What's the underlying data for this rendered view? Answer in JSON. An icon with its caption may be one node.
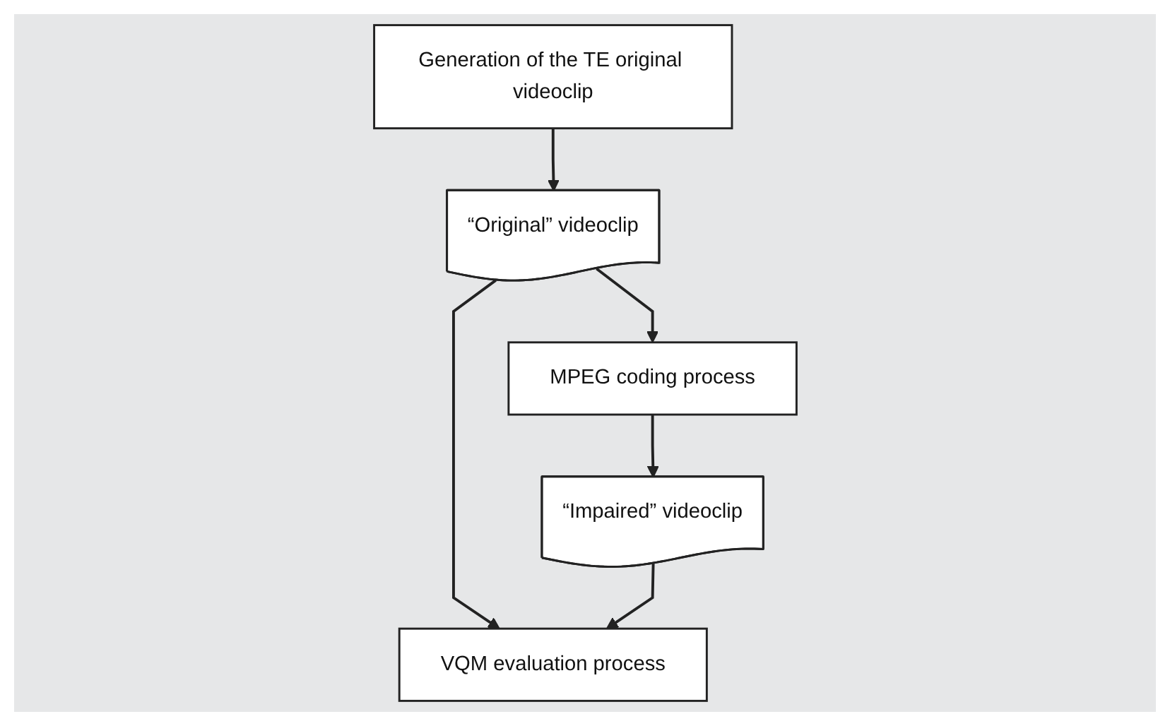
{
  "diagram": {
    "nodes": [
      {
        "text": [
          "Generation of the TE original videoclip"
        ]
      },
      {
        "text": [
          "“Original” videoclip"
        ]
      },
      {
        "text": [
          "MPEG coding process"
        ]
      },
      {
        "text": [
          "“Impaired” videoclip"
        ]
      },
      {
        "text": [
          "VQM evaluation process"
        ]
      }
    ],
    "edges": [
      {
        "from": 0,
        "to": 1,
        "arrow": "to"
      },
      {
        "from": 1,
        "to": 2,
        "arrow": "to"
      },
      {
        "from": 2,
        "to": 3,
        "arrow": "to"
      },
      {
        "from": 1,
        "to": 4,
        "arrow": "to"
      },
      {
        "from": 3,
        "to": 4,
        "arrow": "to"
      }
    ]
  }
}
